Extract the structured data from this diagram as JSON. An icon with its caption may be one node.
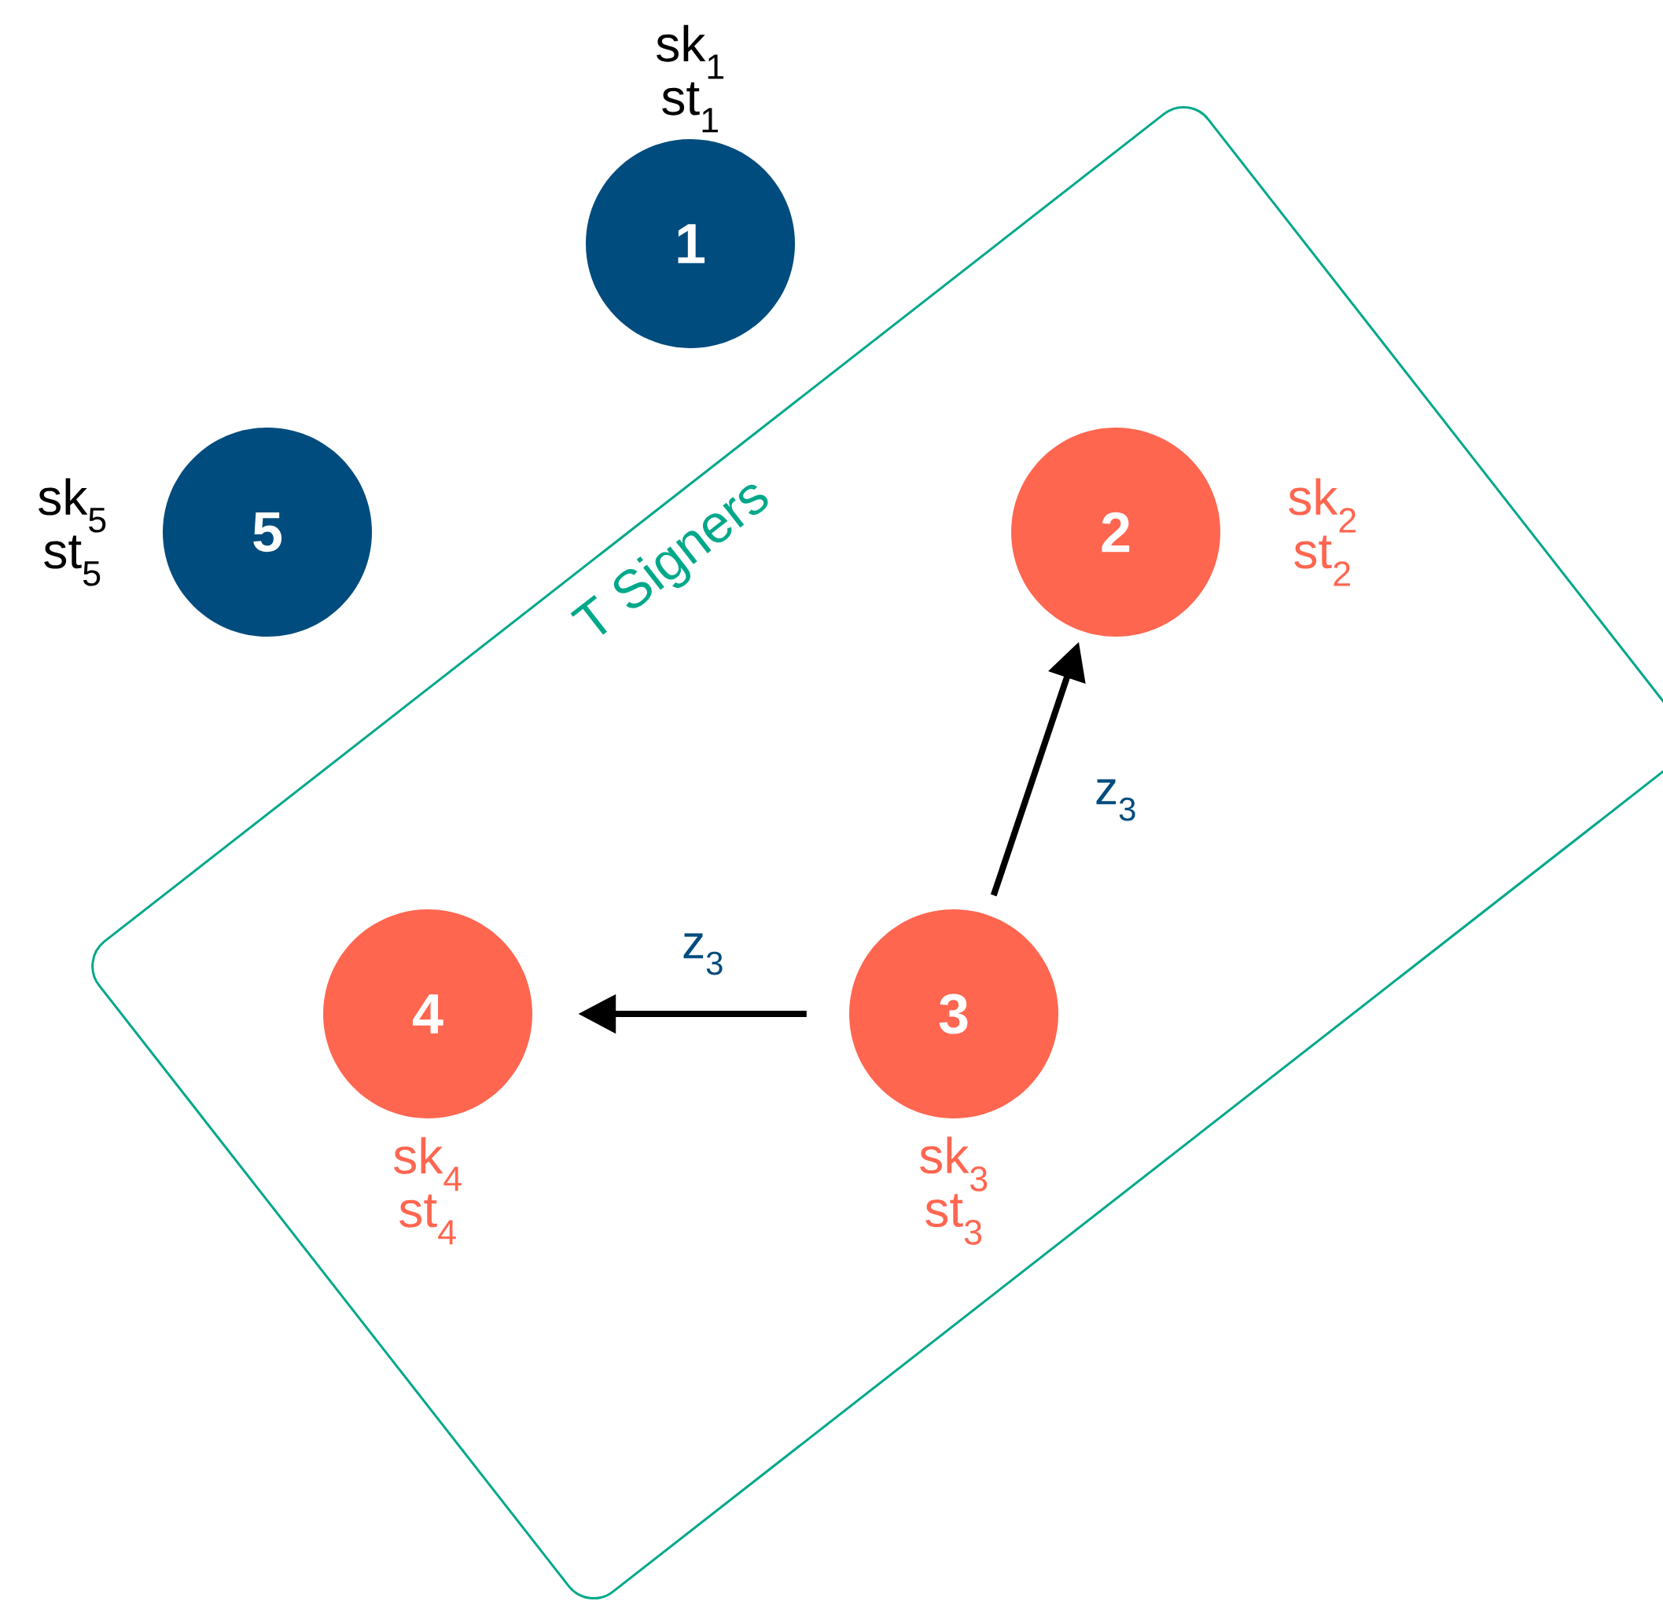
{
  "diagram": {
    "nodes": [
      {
        "text": [
          "1"
        ],
        "beside": [
          "sk$_{1}$",
          "st$_{1}$"
        ]
      },
      {
        "text": [
          "5"
        ],
        "beside": [
          "sk$_{5}$",
          "st$_{5}$"
        ]
      },
      {
        "text": [
          "T Signers"
        ]
      },
      {
        "text": [
          "2"
        ],
        "in": 2,
        "beside": [
          "sk$_{2}$",
          "st$_{2}$"
        ]
      },
      {
        "text": [
          "4"
        ],
        "in": 2,
        "beside": [
          "sk$_{4}$",
          "st$_{4}$"
        ]
      },
      {
        "text": [
          "3"
        ],
        "in": 2,
        "beside": [
          "sk$_{3}$",
          "st$_{3}$"
        ]
      }
    ],
    "edges": [
      {
        "from": 5,
        "to": 3,
        "arrow": "to",
        "label": "z$_{3}$"
      },
      {
        "from": 5,
        "to": 4,
        "arrow": "to",
        "label": "z$_{3}$"
      }
    ]
  }
}
